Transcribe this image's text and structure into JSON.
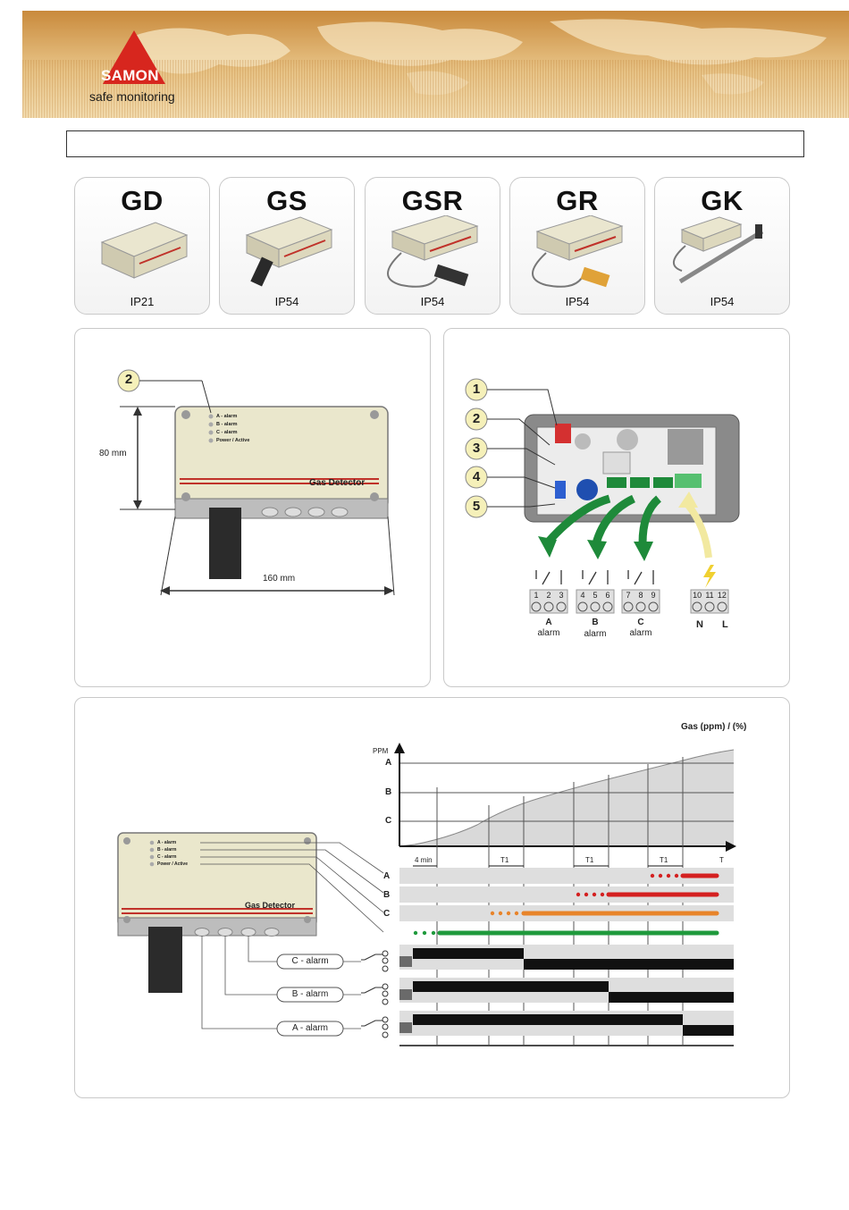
{
  "header": {
    "brand_name": "SAMON",
    "tagline": "safe monitoring",
    "title_box_text": ""
  },
  "models": [
    {
      "code": "GD",
      "protection": "IP21",
      "icon": "gas-detector-box"
    },
    {
      "code": "GS",
      "protection": "IP54",
      "icon": "gas-detector-with-sensor"
    },
    {
      "code": "GSR",
      "protection": "IP54",
      "icon": "gas-detector-remote-sensor"
    },
    {
      "code": "GR",
      "protection": "IP54",
      "icon": "gas-detector-remote-sensor-yellow"
    },
    {
      "code": "GK",
      "protection": "IP54",
      "icon": "gas-detector-probe"
    }
  ],
  "dimensions_panel": {
    "callout": "2",
    "height_label": "80 mm",
    "width_label": "160 mm",
    "device_label": "Gas Detector",
    "leds": [
      "A - alarm",
      "B - alarm",
      "C - alarm",
      "Power / Active"
    ]
  },
  "wiring_panel": {
    "callouts": [
      "1",
      "2",
      "3",
      "4",
      "5"
    ],
    "relays": [
      {
        "terminals": [
          "1",
          "2",
          "3"
        ],
        "letter": "A",
        "word": "alarm"
      },
      {
        "terminals": [
          "4",
          "5",
          "6"
        ],
        "letter": "B",
        "word": "alarm"
      },
      {
        "terminals": [
          "7",
          "8",
          "9"
        ],
        "letter": "C",
        "word": "alarm"
      }
    ],
    "power": {
      "terminals": [
        "10",
        "11",
        "12"
      ],
      "n": "N",
      "l": "L"
    },
    "colors": {
      "relay_green": "#1e8a3a",
      "psu_yellow": "#f2e9a0"
    }
  },
  "timing_panel": {
    "gas_label": "Gas (ppm) / (%)",
    "y_axis_label": "PPM",
    "levels": [
      "A",
      "B",
      "C"
    ],
    "x_axis_label": "T",
    "delay_label": "4 min",
    "t1_label": "T1",
    "led_rows": [
      "A",
      "B",
      "C"
    ],
    "relay_labels": [
      "C - alarm",
      "B - alarm",
      "A - alarm"
    ],
    "device_label": "Gas Detector",
    "leds": [
      "A - alarm",
      "B - alarm",
      "C - alarm",
      "Power / Active"
    ],
    "colors": {
      "a": "#d42020",
      "b": "#d42020",
      "c": "#e8842a",
      "power": "#1f9a3c"
    }
  }
}
